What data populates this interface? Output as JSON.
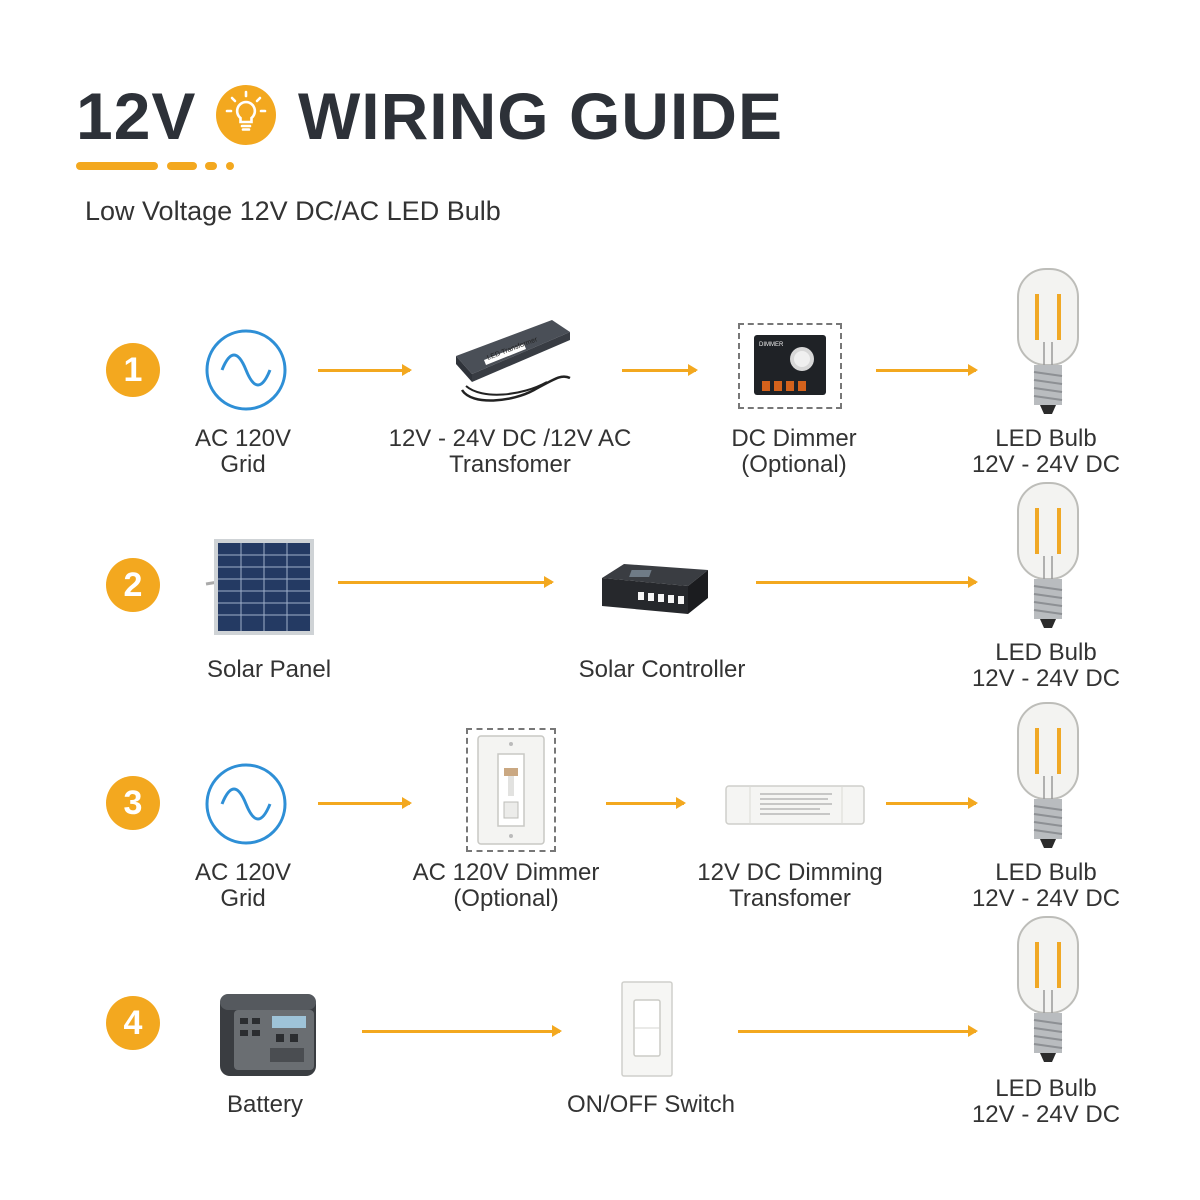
{
  "header": {
    "title_left": "12V",
    "title_right": "WIRING GUIDE",
    "subtitle": "Low Voltage 12V DC/AC LED Bulb",
    "accent_color": "#f3a81f"
  },
  "rows": [
    {
      "number": "1",
      "items": [
        {
          "icon": "ac-sine-icon",
          "line1": "AC 120V",
          "line2": "Grid"
        },
        {
          "icon": "led-transformer-icon",
          "line1": "12V - 24V DC /12V AC",
          "line2": "Transfomer",
          "device_text": "LED Transformer"
        },
        {
          "icon": "dc-dimmer-icon",
          "line1": "DC  Dimmer",
          "line2": "(Optional)",
          "device_text": "DIMMER"
        },
        {
          "icon": "led-bulb-icon",
          "line1": "LED Bulb",
          "line2": "12V - 24V DC"
        }
      ]
    },
    {
      "number": "2",
      "items": [
        {
          "icon": "solar-panel-icon",
          "line1": "Solar Panel"
        },
        {
          "icon": "solar-controller-icon",
          "line1": "Solar Controller"
        },
        {
          "icon": "led-bulb-icon",
          "line1": "LED Bulb",
          "line2": "12V - 24V DC"
        }
      ]
    },
    {
      "number": "3",
      "items": [
        {
          "icon": "ac-sine-icon",
          "line1": "AC 120V",
          "line2": "Grid"
        },
        {
          "icon": "ac-dimmer-icon",
          "line1": "AC 120V Dimmer",
          "line2": "(Optional)"
        },
        {
          "icon": "dimming-transformer-icon",
          "line1": "12V DC Dimming",
          "line2": "Transfomer"
        },
        {
          "icon": "led-bulb-icon",
          "line1": "LED Bulb",
          "line2": "12V - 24V DC"
        }
      ]
    },
    {
      "number": "4",
      "items": [
        {
          "icon": "battery-icon",
          "line1": "Battery"
        },
        {
          "icon": "switch-icon",
          "line1": "ON/OFF Switch"
        },
        {
          "icon": "led-bulb-icon",
          "line1": "LED Bulb",
          "line2": "12V - 24V DC"
        }
      ]
    }
  ]
}
